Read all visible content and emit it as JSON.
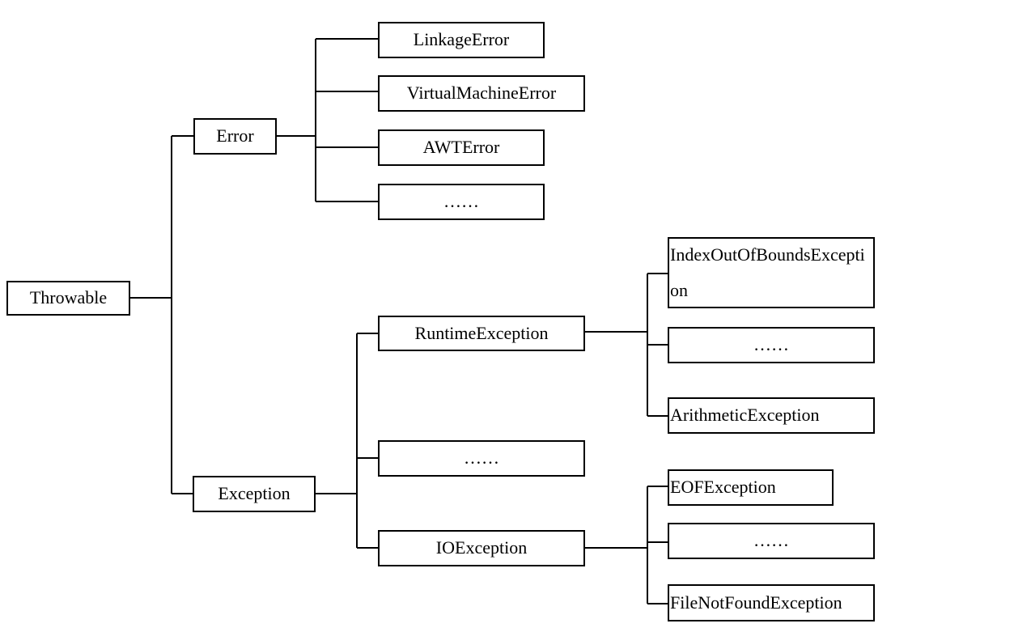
{
  "nodes": {
    "throwable": "Throwable",
    "error": "Error",
    "linkage_error": "LinkageError",
    "virtual_machine_error": "VirtualMachineError",
    "awt_error": "AWTError",
    "error_more": "……",
    "exception": "Exception",
    "runtime_exception": "RuntimeException",
    "exception_more": "……",
    "io_exception": "IOException",
    "index_out_of_bounds_exception": "IndexOutOfBoundsException",
    "runtime_more": "……",
    "arithmetic_exception": "ArithmeticException",
    "eof_exception": "EOFException",
    "io_more": "……",
    "file_not_found_exception": "FileNotFoundException"
  },
  "colors": {
    "line": "#000000",
    "box_border": "#000000",
    "background": "#ffffff"
  }
}
